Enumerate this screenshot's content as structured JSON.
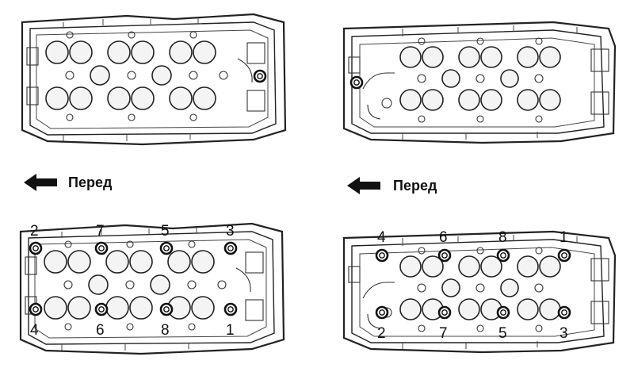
{
  "direction_label": "Перед",
  "bottom_left_sequence": {
    "top_row": [
      "2",
      "7",
      "5",
      "3"
    ],
    "bottom_row": [
      "4",
      "6",
      "8",
      "1"
    ]
  },
  "bottom_right_sequence": {
    "top_row": [
      "4",
      "6",
      "8",
      "1"
    ],
    "bottom_row": [
      "2",
      "7",
      "5",
      "3"
    ]
  }
}
